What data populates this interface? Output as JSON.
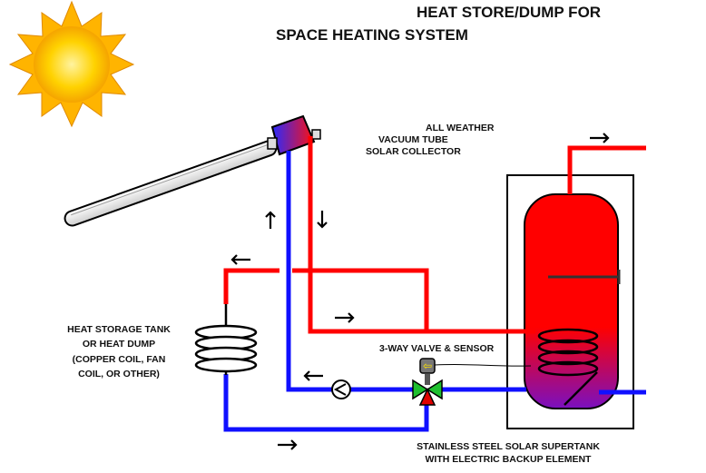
{
  "title": {
    "line1": "HEAT STORE/DUMP FOR",
    "line2": "SPACE HEATING SYSTEM"
  },
  "labels": {
    "collector": [
      "ALL WEATHER",
      "VACUUM TUBE",
      "SOLAR COLLECTOR"
    ],
    "heat_dump": [
      "HEAT STORAGE TANK",
      "OR HEAT DUMP",
      "(COPPER COIL, FAN",
      "COIL, OR OTHER)"
    ],
    "valve": "3-WAY VALVE & SENSOR",
    "tank": [
      "STAINLESS STEEL SOLAR SUPERTANK",
      "WITH ELECTRIC BACKUP ELEMENT"
    ]
  },
  "colors": {
    "hot_pipe": "#ff0000",
    "cold_pipe": "#1010ff",
    "sun": "#ffd200",
    "tank_hot": "#ff0000",
    "tank_cold": "#7a10c0",
    "valve_green": "#1fbf2f",
    "valve_red": "#e00000"
  },
  "icons": [
    "sun-icon",
    "collector-icon",
    "pump-icon",
    "valve-icon",
    "sensor-icon",
    "coil-icon",
    "arrow-icon"
  ]
}
